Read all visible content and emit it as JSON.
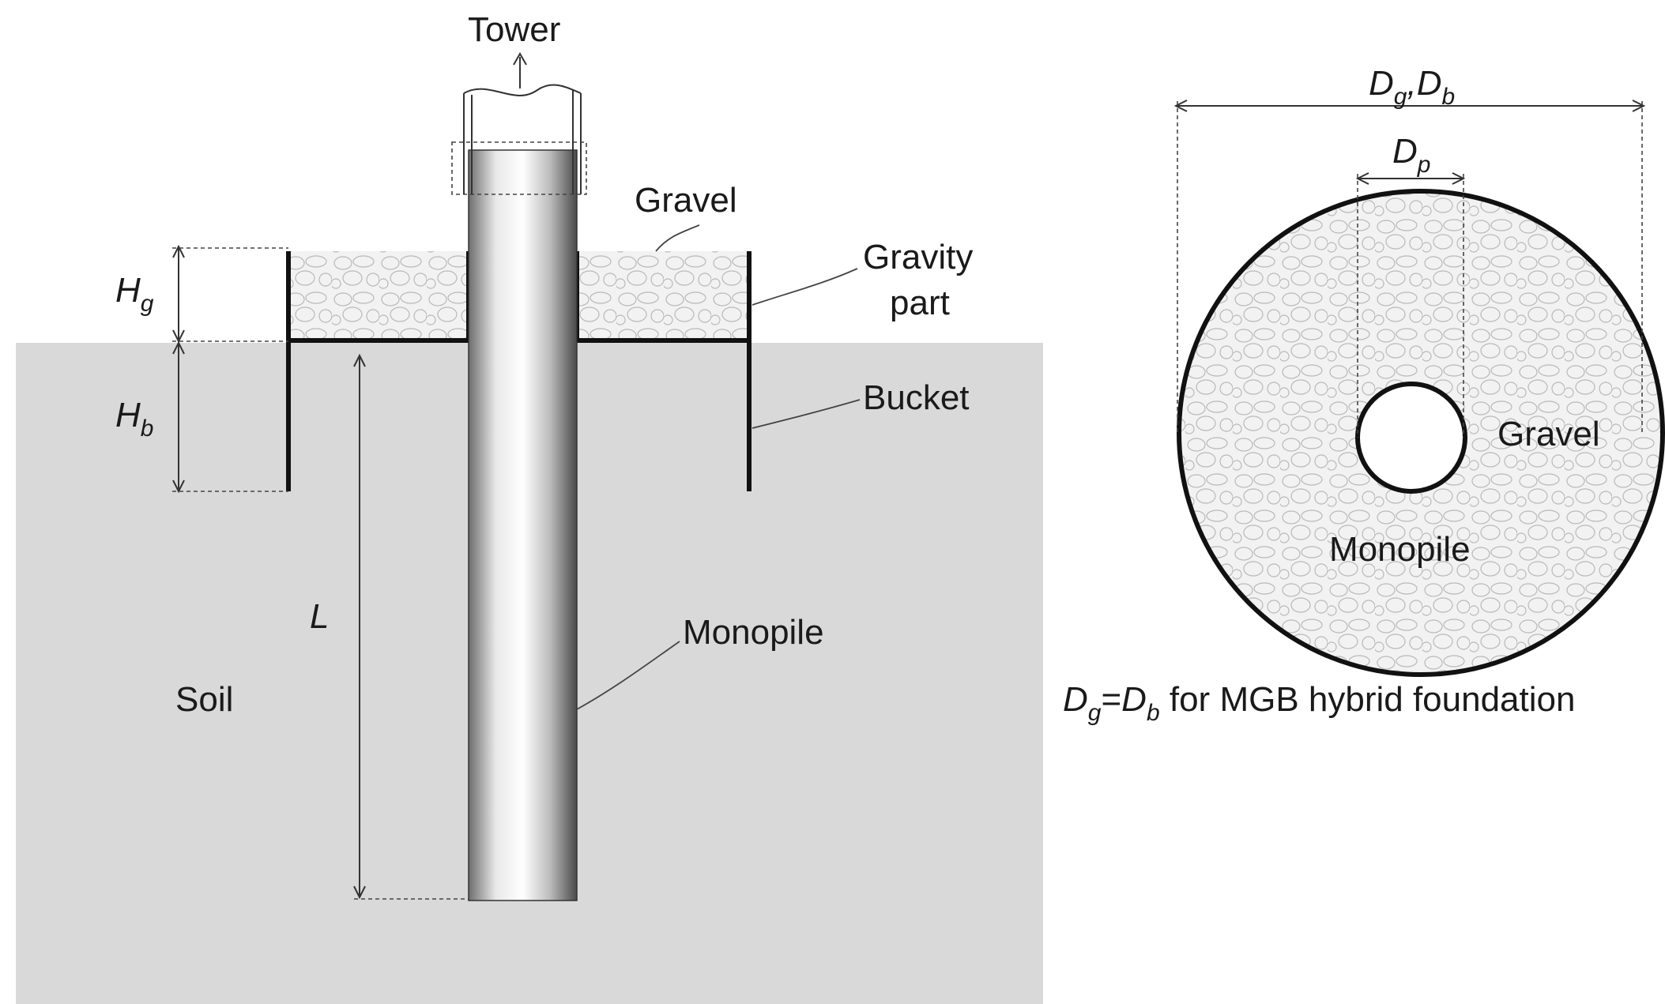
{
  "labels": {
    "tower": "Tower",
    "gravel_top": "Gravel",
    "gravity_part_line1": "Gravity",
    "gravity_part_line2": "part",
    "bucket": "Bucket",
    "monopile": "Monopile",
    "soil": "Soil",
    "hg_base": "H",
    "hg_sub": "g",
    "hb_base": "H",
    "hb_sub": "b",
    "l": "L",
    "dg_base": "D",
    "dg_sub": "g",
    "db_sep": ",",
    "db_base": "D",
    "db_sub": "b",
    "dp_base": "D",
    "dp_sub": "p",
    "gravel_plan": "Gravel",
    "monopile_plan": "Monopile",
    "caption_dg": "D",
    "caption_dg_sub": "g",
    "caption_eq": "=",
    "caption_db": "D",
    "caption_db_sub": "b",
    "caption_rest": " for MGB hybrid foundation"
  },
  "colors": {
    "soil": "#d9d9d9",
    "gravel": "#f0f0f0",
    "lines": "#111111"
  }
}
